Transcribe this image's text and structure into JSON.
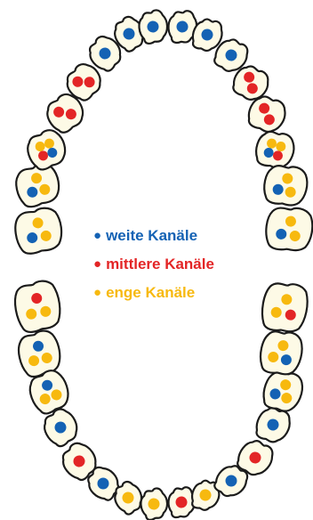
{
  "colors": {
    "wide": "#1462b4",
    "medium": "#e32526",
    "narrow": "#f7b90f",
    "tooth_fill": "#fdfae6",
    "tooth_stroke": "#1b1b1b"
  },
  "legend": [
    {
      "key": "wide",
      "label": "weite Kanäle"
    },
    {
      "key": "medium",
      "label": "mittlere Kanäle"
    },
    {
      "key": "narrow",
      "label": "enge Kanäle"
    }
  ],
  "upper_jaw": [
    {
      "tooth": "upper-left-molar-3",
      "canals": [
        "narrow",
        "wide",
        "narrow"
      ]
    },
    {
      "tooth": "upper-left-molar-2",
      "canals": [
        "narrow",
        "wide",
        "narrow"
      ]
    },
    {
      "tooth": "upper-left-molar-1",
      "canals": [
        "narrow",
        "narrow",
        "medium",
        "wide"
      ]
    },
    {
      "tooth": "upper-left-premolar-2",
      "canals": [
        "medium",
        "medium"
      ]
    },
    {
      "tooth": "upper-left-premolar-1",
      "canals": [
        "medium",
        "medium"
      ]
    },
    {
      "tooth": "upper-left-canine",
      "canals": [
        "wide"
      ]
    },
    {
      "tooth": "upper-left-incisor-lateral",
      "canals": [
        "wide"
      ]
    },
    {
      "tooth": "upper-left-incisor-central",
      "canals": [
        "wide"
      ]
    },
    {
      "tooth": "upper-right-incisor-central",
      "canals": [
        "wide"
      ]
    },
    {
      "tooth": "upper-right-incisor-lateral",
      "canals": [
        "wide"
      ]
    },
    {
      "tooth": "upper-right-canine",
      "canals": [
        "wide"
      ]
    },
    {
      "tooth": "upper-right-premolar-1",
      "canals": [
        "medium",
        "medium"
      ]
    },
    {
      "tooth": "upper-right-premolar-2",
      "canals": [
        "medium",
        "medium"
      ]
    },
    {
      "tooth": "upper-right-molar-1",
      "canals": [
        "narrow",
        "narrow",
        "wide",
        "medium"
      ]
    },
    {
      "tooth": "upper-right-molar-2",
      "canals": [
        "narrow",
        "wide",
        "narrow"
      ]
    },
    {
      "tooth": "upper-right-molar-3",
      "canals": [
        "narrow",
        "wide",
        "narrow"
      ]
    }
  ],
  "lower_jaw": [
    {
      "tooth": "lower-left-molar-3",
      "canals": [
        "medium",
        "narrow",
        "narrow"
      ]
    },
    {
      "tooth": "lower-left-molar-2",
      "canals": [
        "wide",
        "narrow",
        "narrow"
      ]
    },
    {
      "tooth": "lower-left-molar-1",
      "canals": [
        "wide",
        "narrow",
        "narrow"
      ]
    },
    {
      "tooth": "lower-left-premolar-2",
      "canals": [
        "wide"
      ]
    },
    {
      "tooth": "lower-left-premolar-1",
      "canals": [
        "medium"
      ]
    },
    {
      "tooth": "lower-left-canine",
      "canals": [
        "wide"
      ]
    },
    {
      "tooth": "lower-left-incisor-lateral",
      "canals": [
        "narrow"
      ]
    },
    {
      "tooth": "lower-left-incisor-central",
      "canals": [
        "narrow"
      ]
    },
    {
      "tooth": "lower-right-incisor-central",
      "canals": [
        "medium"
      ]
    },
    {
      "tooth": "lower-right-incisor-lateral",
      "canals": [
        "narrow"
      ]
    },
    {
      "tooth": "lower-right-canine",
      "canals": [
        "wide"
      ]
    },
    {
      "tooth": "lower-right-premolar-1",
      "canals": [
        "medium"
      ]
    },
    {
      "tooth": "lower-right-premolar-2",
      "canals": [
        "wide"
      ]
    },
    {
      "tooth": "lower-right-molar-1",
      "canals": [
        "narrow",
        "wide",
        "narrow"
      ]
    },
    {
      "tooth": "lower-right-molar-2",
      "canals": [
        "narrow",
        "narrow",
        "wide"
      ]
    },
    {
      "tooth": "lower-right-molar-3",
      "canals": [
        "narrow",
        "narrow",
        "medium"
      ]
    }
  ]
}
